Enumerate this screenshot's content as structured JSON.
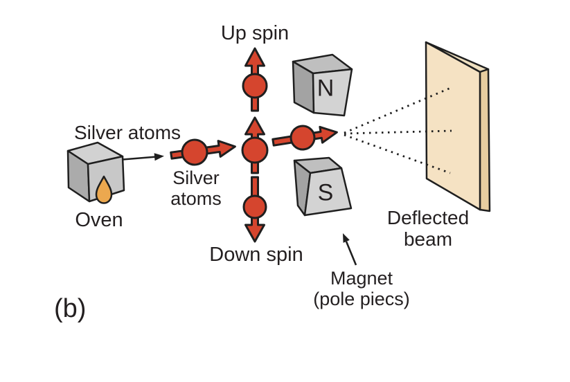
{
  "figure": {
    "panel_label": "(b)"
  },
  "labels": {
    "up_spin": "Up spin",
    "silver_atoms_source": "Silver atoms",
    "oven": "Oven",
    "silver_atoms_beam_line1": "Silver",
    "silver_atoms_beam_line2": "atoms",
    "down_spin": "Down spin",
    "magnet_north": "N",
    "magnet_south": "S",
    "magnet_caption_line1": "Magnet",
    "magnet_caption_line2": "(pole piecs)",
    "deflected_line1": "Deflected",
    "deflected_line2": "beam"
  },
  "colors": {
    "atom_red": "#d5452e",
    "outline_black": "#1f1f1f",
    "magnet_front_gray": "#d3d3d3",
    "magnet_top_gray": "#bfbfbf",
    "magnet_side_gray": "#a3a3a3",
    "oven_front_gray": "#c8c8c8",
    "oven_top_gray": "#d2d2d2",
    "oven_side_gray": "#ababab",
    "screen_front_tan": "#f5e2c3",
    "screen_side_tan": "#e7cda0",
    "screen_top_tan": "#efe0c0",
    "droplet_orange": "#eca84f",
    "text": "#231f20",
    "background": "#ffffff"
  }
}
